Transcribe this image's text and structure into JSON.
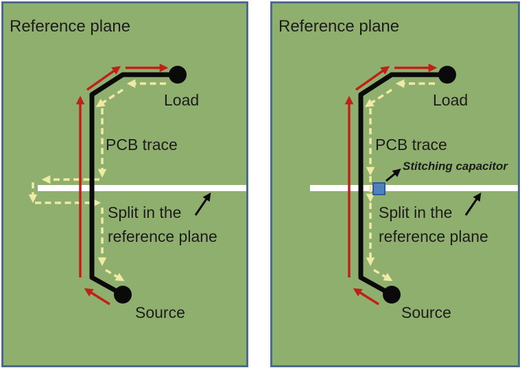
{
  "panels": [
    {
      "title": "Reference plane",
      "pcb_trace": "PCB trace",
      "load": "Load",
      "source": "Source",
      "split_label_line1": "Split in the",
      "split_label_line2": "reference plane"
    },
    {
      "title": "Reference plane",
      "pcb_trace": "PCB trace",
      "load": "Load",
      "source": "Source",
      "split_label_line1": "Split in the",
      "split_label_line2": "reference plane",
      "stitching_capacitor": "Stitching capacitor"
    }
  ],
  "colors": {
    "page_bg": "#ffffff",
    "panel_fill": "#8FAF6E",
    "panel_border": "#4A6B8C",
    "trace_black": "#0A0A0A",
    "signal_red": "#C02018",
    "return_yellow": "#EFEBA5",
    "split_white": "#FFFFFF",
    "capacitor_fill": "#4F81BD",
    "capacitor_border": "#2F5A96",
    "text": "#1C1C1C"
  }
}
